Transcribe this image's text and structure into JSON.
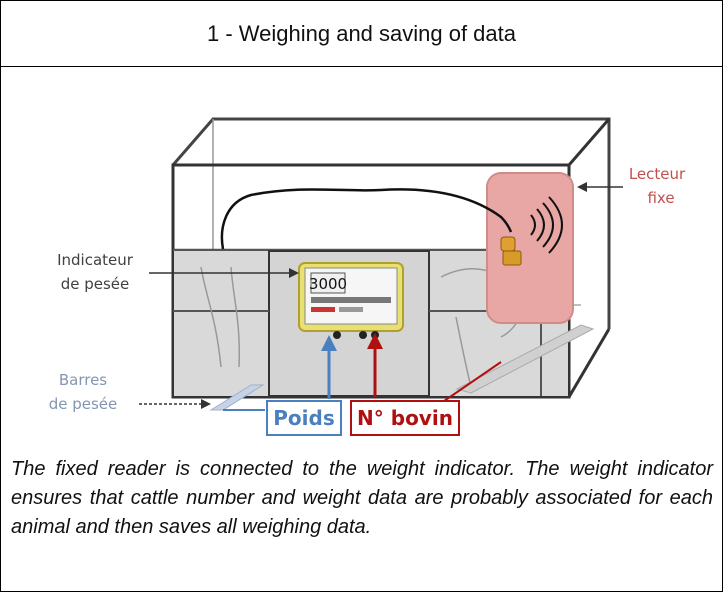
{
  "header": {
    "title": "1 - Weighing and saving of data"
  },
  "diagram": {
    "labels": {
      "reader": [
        "Lecteur",
        "fixe"
      ],
      "indicator": [
        "Indicateur",
        "de pesée"
      ],
      "bars": [
        "Barres",
        "de pesée"
      ],
      "weight_box": "Poids",
      "cattle_box": "N° bovin",
      "display_value": "3000"
    },
    "colors": {
      "reader_text": "#c0504d",
      "label_text": "#404040",
      "bars_text": "#8496b0",
      "weight_arrow": "#4a7fc0",
      "cattle_arrow": "#b01010",
      "reader_fill": "#e8a7a4"
    }
  },
  "caption": {
    "text": "The fixed reader is connected to the weight indicator. The weight indicator ensures that cattle number and weight data are probably associated for each animal and then saves all weighing data."
  }
}
